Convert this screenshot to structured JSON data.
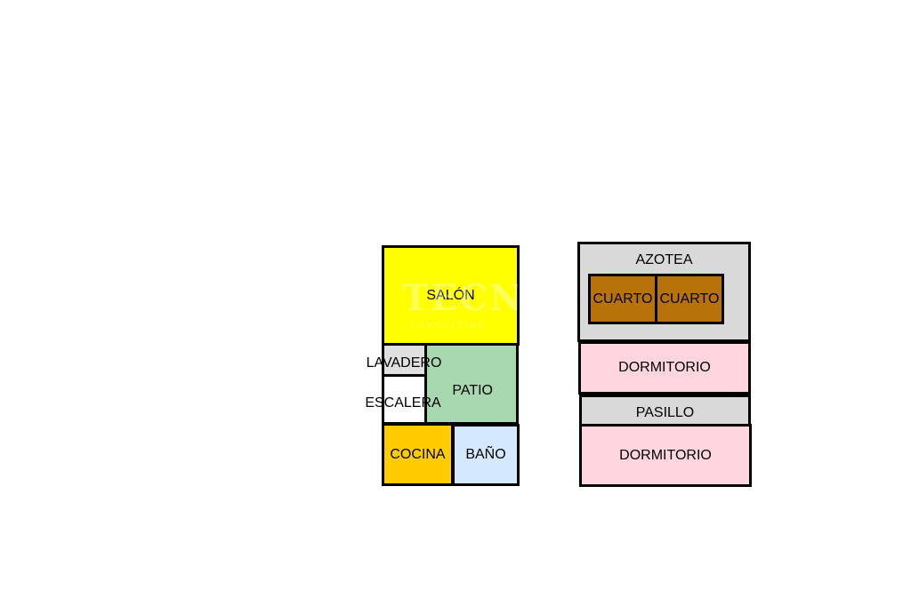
{
  "plan_left": {
    "salon": "SALÓN",
    "lavadero": "LAVADERO",
    "escalera": "ESCALERA",
    "patio": "PATIO",
    "cocina": "COCINA",
    "bano": "BAÑO"
  },
  "plan_right": {
    "azotea": "AZOTEA",
    "cuarto_1": "CUARTO",
    "cuarto_2": "CUARTO",
    "dormitorio_1": "DORMITORIO",
    "pasillo": "PASILLO",
    "dormitorio_2": "DORMITORIO"
  },
  "watermark": {
    "main": "TECNOC",
    "sub": "CONSULTING"
  },
  "colors": {
    "salon": "#ffff00",
    "patio": "#a8d8b0",
    "cocina": "#ffcc00",
    "bano": "#d4e8ff",
    "lavadero": "#e0e0e0",
    "escalera": "#ffffff",
    "azotea": "#d9d9d9",
    "cuarto": "#b8720a",
    "dormitorio": "#ffd6e0",
    "pasillo": "#d9d9d9"
  }
}
